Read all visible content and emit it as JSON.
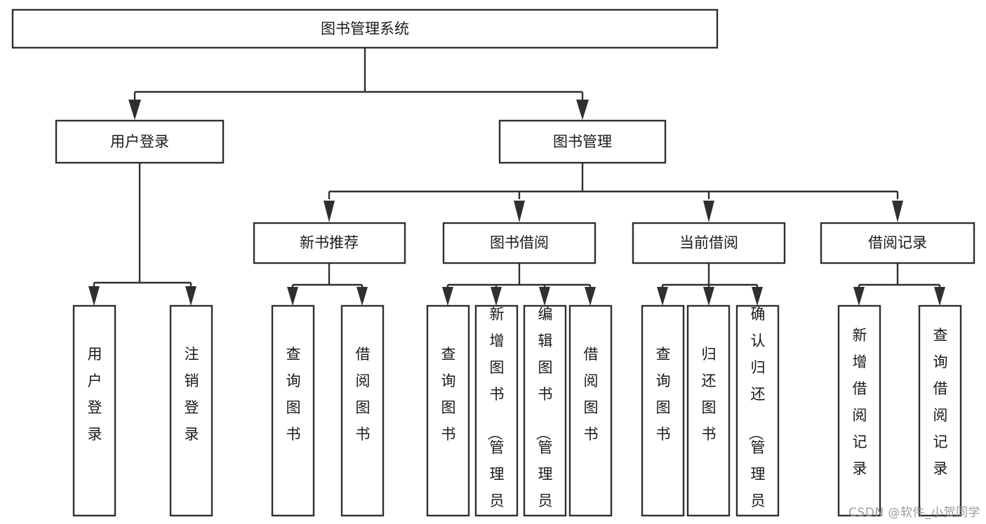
{
  "diagram": {
    "type": "tree",
    "title": "图书管理系统",
    "watermark": "CSDN @软件_小贺同学",
    "colors": {
      "stroke": "#2f2f2f",
      "fill": "#ffffff",
      "text": "#1a1a1a",
      "watermark": "#9b9b9b"
    },
    "levels": {
      "root": {
        "label": "图书管理系统"
      },
      "level2": [
        {
          "label": "用户登录"
        },
        {
          "label": "图书管理"
        }
      ],
      "level3": [
        {
          "label": "新书推荐"
        },
        {
          "label": "图书借阅"
        },
        {
          "label": "当前借阅"
        },
        {
          "label": "借阅记录"
        }
      ],
      "leaves": [
        {
          "label": "用户登录",
          "parent": "用户登录"
        },
        {
          "label": "注销登录",
          "parent": "用户登录"
        },
        {
          "label": "查询图书",
          "parent": "新书推荐"
        },
        {
          "label": "借阅图书",
          "parent": "新书推荐"
        },
        {
          "label": "查询图书",
          "parent": "图书借阅"
        },
        {
          "label": "新增图书（管理员）",
          "parent": "图书借阅"
        },
        {
          "label": "编辑图书（管理员）",
          "parent": "图书借阅"
        },
        {
          "label": "借阅图书",
          "parent": "图书借阅"
        },
        {
          "label": "查询图书",
          "parent": "当前借阅"
        },
        {
          "label": "归还图书",
          "parent": "当前借阅"
        },
        {
          "label": "确认归还（管理员）",
          "parent": "当前借阅"
        },
        {
          "label": "新增借阅记录",
          "parent": "借阅记录"
        },
        {
          "label": "查询借阅记录",
          "parent": "借阅记录"
        }
      ]
    }
  }
}
